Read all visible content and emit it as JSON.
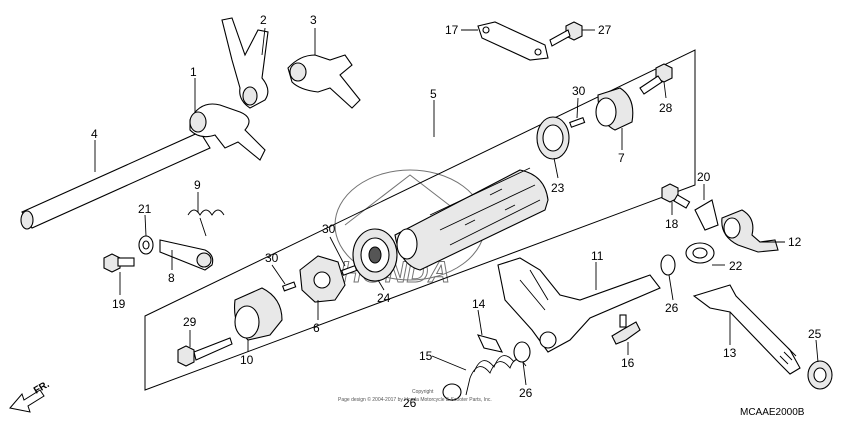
{
  "diagram": {
    "code": "MCAAE2000B",
    "watermark": "HONDA",
    "copyright_line1": "Copyright",
    "copyright_line2": "Page design © 2004-2017 by Honda Motorcycle & Scooter Parts, Inc.",
    "direction_label": "FR.",
    "callouts": {
      "c1": "1",
      "c2": "2",
      "c3": "3",
      "c4": "4",
      "c5": "5",
      "c6": "6",
      "c7": "7",
      "c8": "8",
      "c9": "9",
      "c10": "10",
      "c11": "11",
      "c12": "12",
      "c13": "13",
      "c14": "14",
      "c15": "15",
      "c16": "16",
      "c17": "17",
      "c18": "18",
      "c19": "19",
      "c20": "20",
      "c21": "21",
      "c22": "22",
      "c23": "23",
      "c24": "24",
      "c25": "25",
      "c26": "26",
      "c27": "27",
      "c28": "28",
      "c29": "29",
      "c30": "30"
    }
  }
}
